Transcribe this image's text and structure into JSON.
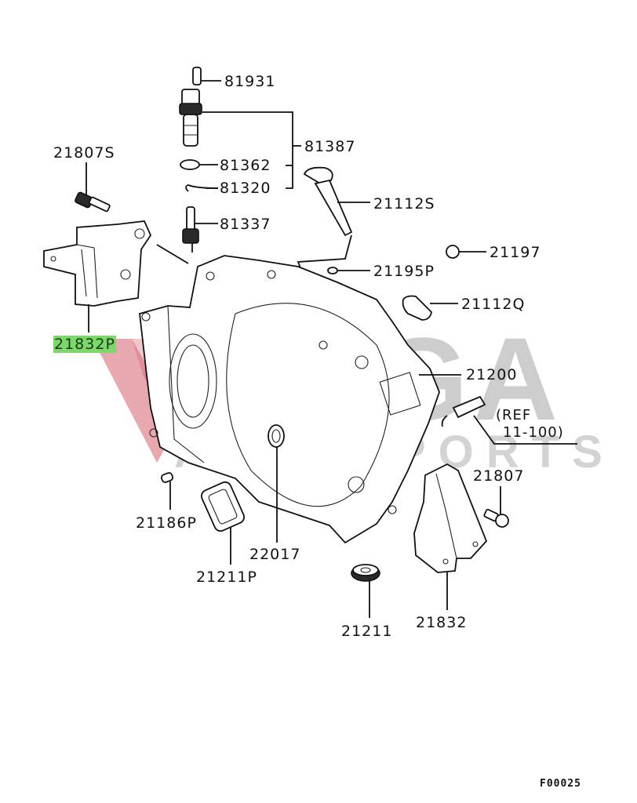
{
  "diagram": {
    "watermark": {
      "brand_main": "VEGA",
      "brand_sub": "AUTOSPORTS",
      "logo_color": "#d4616e",
      "text_color": "#cdcdcd"
    },
    "highlight_color": "#7bd86b",
    "parts": [
      {
        "id": "81931",
        "label": "81931"
      },
      {
        "id": "81387",
        "label": "81387"
      },
      {
        "id": "81362",
        "label": "81362"
      },
      {
        "id": "81320",
        "label": "81320"
      },
      {
        "id": "81337",
        "label": "81337"
      },
      {
        "id": "21807S",
        "label": "21807S"
      },
      {
        "id": "21112S",
        "label": "21112S"
      },
      {
        "id": "21197",
        "label": "21197"
      },
      {
        "id": "21195P",
        "label": "21195P"
      },
      {
        "id": "21112Q",
        "label": "21112Q"
      },
      {
        "id": "21832P",
        "label": "21832P",
        "highlighted": true
      },
      {
        "id": "21200",
        "label": "21200"
      },
      {
        "id": "21807",
        "label": "21807"
      },
      {
        "id": "21186P",
        "label": "21186P"
      },
      {
        "id": "22017",
        "label": "22017"
      },
      {
        "id": "21211P",
        "label": "21211P"
      },
      {
        "id": "21211",
        "label": "21211"
      },
      {
        "id": "21832",
        "label": "21832"
      }
    ],
    "reference_note": {
      "line1": "(REF",
      "line2": "11-100)"
    },
    "figure_code": "F00025"
  }
}
